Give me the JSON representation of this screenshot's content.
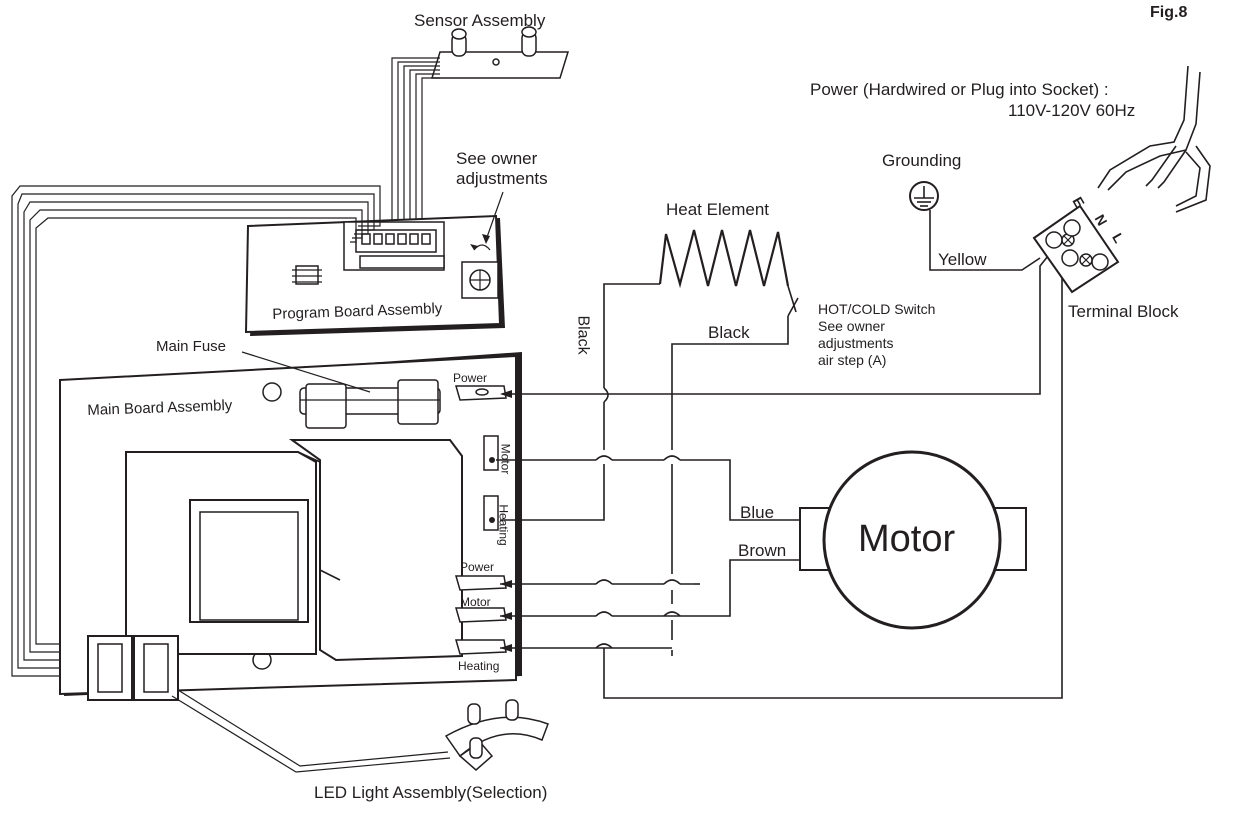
{
  "figure": {
    "fig_label": "Fig.8",
    "sensor_assembly": "Sensor Assembly",
    "power_line1": "Power (Hardwired or Plug into Socket) :",
    "power_line2": "110V-120V 60Hz",
    "grounding": "Grounding",
    "yellow": "Yellow",
    "terminal_block": "Terminal Block",
    "terminal_E": "E",
    "terminal_N": "N",
    "terminal_L": "L",
    "see_owner_1": "See owner",
    "see_owner_2": "adjustments",
    "program_board": "Program Board Assembly",
    "heat_element": "Heat Element",
    "hotcold_1": "HOT/COLD Switch",
    "hotcold_2": "See owner",
    "hotcold_3": "adjustments",
    "hotcold_4": "air step (A)",
    "black_vertical": "Black",
    "black_horizontal": "Black",
    "main_fuse": "Main Fuse",
    "main_board": "Main Board Assembly",
    "term_power_top": "Power",
    "term_motor_side": "Motor",
    "term_heating_side": "Heating",
    "term_power_low": "Power",
    "term_motor_low": "Motor",
    "term_heating_low": "Heating",
    "blue": "Blue",
    "brown": "Brown",
    "motor": "Motor",
    "led_assembly": "LED Light Assembly(Selection)"
  },
  "colors": {
    "ink": "#231f20",
    "background": "#ffffff"
  }
}
